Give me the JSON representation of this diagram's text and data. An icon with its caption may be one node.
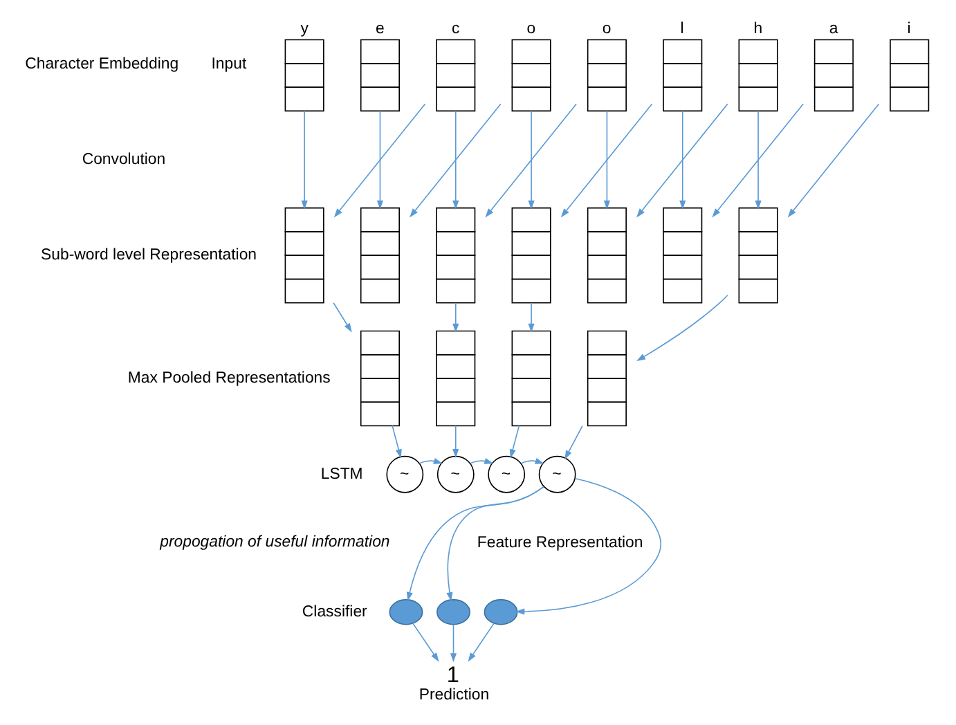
{
  "diagram": {
    "nodes": [
      {
        "text": [
          "y"
        ]
      },
      {
        "text": [
          "e"
        ]
      },
      {
        "text": [
          "c"
        ]
      },
      {
        "text": [
          "o"
        ]
      },
      {
        "text": [
          "o"
        ]
      },
      {
        "text": [
          "l"
        ]
      },
      {
        "text": [
          "h"
        ]
      },
      {
        "text": [
          "a"
        ]
      },
      {
        "text": [
          "i"
        ]
      },
      {
        "text": [],
        "shape": "box"
      },
      {
        "text": [],
        "shape": "box"
      },
      {
        "text": [],
        "shape": "box"
      },
      {
        "text": [],
        "shape": "box"
      },
      {
        "text": [],
        "shape": "box"
      },
      {
        "text": [],
        "shape": "box"
      },
      {
        "text": [],
        "shape": "box"
      },
      {
        "text": [],
        "shape": "box"
      },
      {
        "text": [],
        "shape": "box"
      },
      {
        "text": [],
        "shape": "box"
      },
      {
        "text": [],
        "shape": "box"
      },
      {
        "text": [
          "~"
        ]
      },
      {
        "text": [
          "~"
        ]
      },
      {
        "text": [
          "~"
        ]
      },
      {
        "text": [
          "~"
        ],
        "beside": [
          "Feature Representation"
        ]
      },
      {
        "text": [],
        "shape": "circle"
      },
      {
        "text": [],
        "shape": "circle"
      },
      {
        "text": [],
        "shape": "circle"
      },
      {
        "text": [
          "1",
          "Prediction"
        ]
      }
    ],
    "edges": [
      {
        "from": 0,
        "to": 9,
        "arrow": "to"
      },
      {
        "from": 2,
        "to": 9,
        "arrow": "to"
      },
      {
        "from": 1,
        "to": 10,
        "arrow": "to"
      },
      {
        "from": 3,
        "to": 10,
        "arrow": "to"
      },
      {
        "from": 2,
        "to": 11,
        "arrow": "to"
      },
      {
        "from": 4,
        "to": 11,
        "arrow": "to"
      },
      {
        "from": 3,
        "to": 12,
        "arrow": "to"
      },
      {
        "from": 5,
        "to": 12,
        "arrow": "to"
      },
      {
        "from": 4,
        "to": 13,
        "arrow": "to"
      },
      {
        "from": 6,
        "to": 13,
        "arrow": "to"
      },
      {
        "from": 5,
        "to": 14,
        "arrow": "to"
      },
      {
        "from": 7,
        "to": 14,
        "arrow": "to"
      },
      {
        "from": 6,
        "to": 15,
        "arrow": "to"
      },
      {
        "from": 8,
        "to": 15,
        "arrow": "to"
      },
      {
        "from": 9,
        "to": 16,
        "arrow": "to"
      },
      {
        "from": 11,
        "to": 17,
        "arrow": "to"
      },
      {
        "from": 12,
        "to": 18,
        "arrow": "to"
      },
      {
        "from": 15,
        "to": 19,
        "arrow": "to"
      },
      {
        "from": 16,
        "to": 20,
        "arrow": "to"
      },
      {
        "from": 17,
        "to": 21,
        "arrow": "to"
      },
      {
        "from": 18,
        "to": 22,
        "arrow": "to"
      },
      {
        "from": 19,
        "to": 23,
        "arrow": "to"
      },
      {
        "from": 20,
        "to": 21,
        "arrow": "to"
      },
      {
        "from": 21,
        "to": 22,
        "arrow": "to"
      },
      {
        "from": 22,
        "to": 23,
        "arrow": "to"
      },
      {
        "from": 23,
        "to": 24,
        "arrow": "to"
      },
      {
        "from": 23,
        "to": 25,
        "arrow": "to"
      },
      {
        "from": 23,
        "to": 26,
        "arrow": "to"
      },
      {
        "from": 24,
        "to": 27,
        "arrow": "to"
      },
      {
        "from": 25,
        "to": 27,
        "arrow": "to"
      },
      {
        "from": 26,
        "to": 27,
        "arrow": "to"
      }
    ],
    "labels": [
      "Input",
      "Character Embedding",
      "Convolution",
      "Sub-word level Representation",
      "Max Pooled Representations",
      "LSTM",
      "Classifier",
      "propogation of useful information"
    ]
  }
}
